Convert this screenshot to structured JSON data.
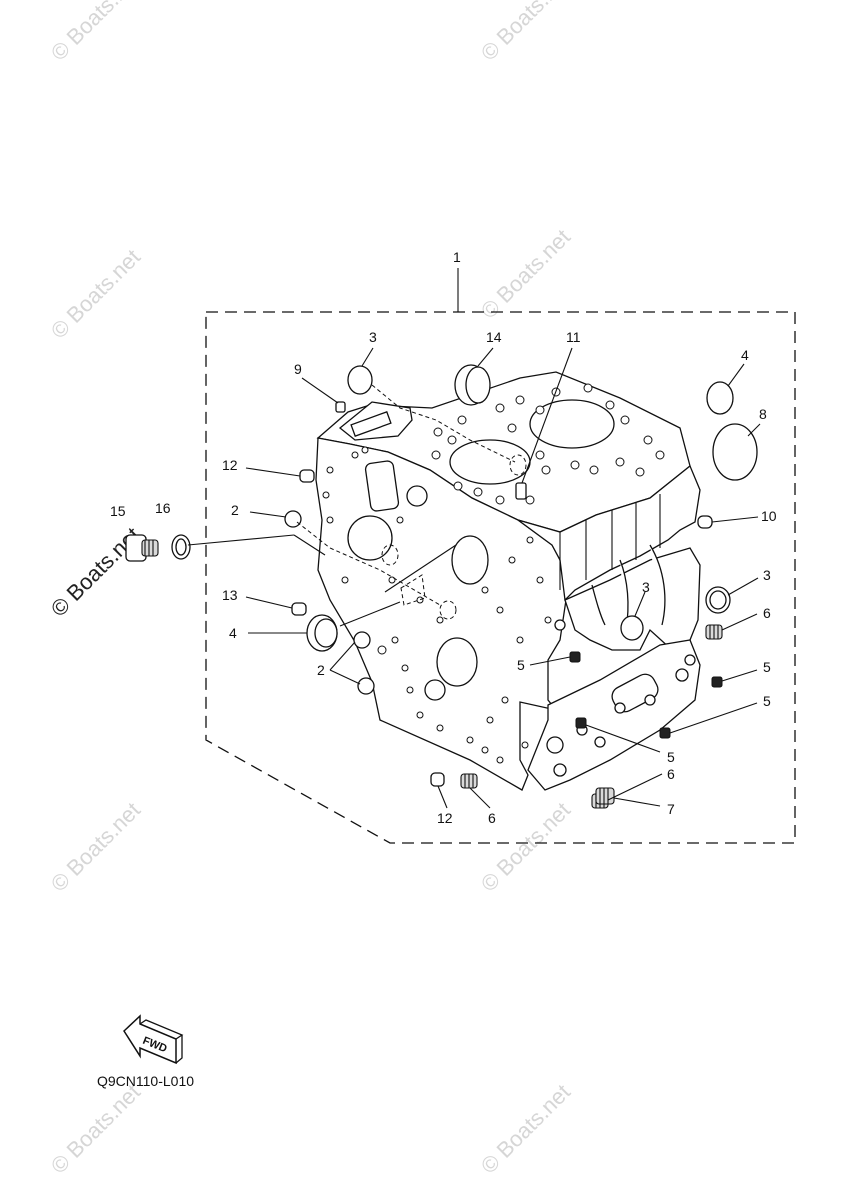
{
  "diagram": {
    "code": "Q9CN110-L010",
    "fwd_label": "FWD",
    "watermark": "© Boats.net",
    "callouts": {
      "c1": "1",
      "c3a": "3",
      "c14": "14",
      "c11": "11",
      "c4a": "4",
      "c9": "9",
      "c8": "8",
      "c12a": "12",
      "c15": "15",
      "c16": "16",
      "c2a": "2",
      "c10": "10",
      "c13": "13",
      "c3b": "3",
      "c3c": "3",
      "c4b": "4",
      "c6a": "6",
      "c5a": "5",
      "c5b": "5",
      "c2b": "2",
      "c5c": "5",
      "c5d": "5",
      "c6b": "6",
      "c7": "7",
      "c12b": "12",
      "c6c": "6"
    }
  }
}
